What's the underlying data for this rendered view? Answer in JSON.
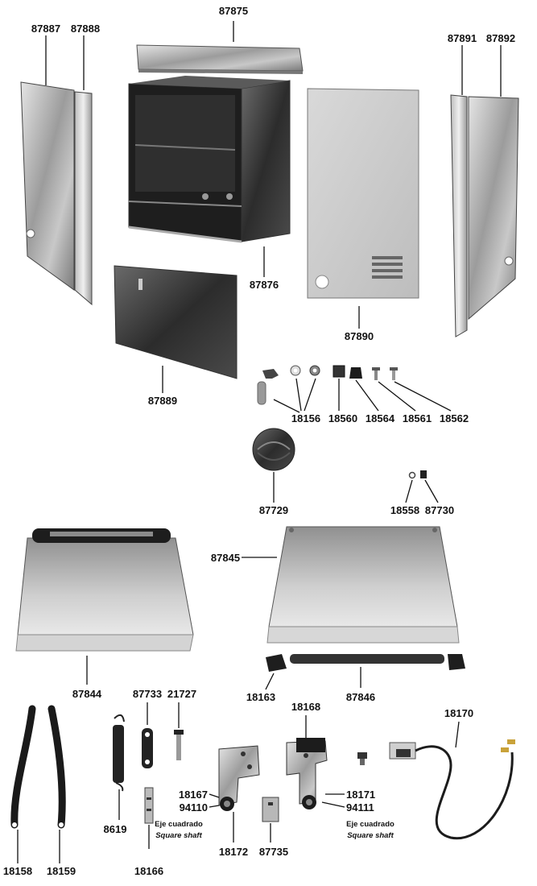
{
  "labels": {
    "p87875": "87875",
    "p87887": "87887",
    "p87888": "87888",
    "p87891": "87891",
    "p87892": "87892",
    "p87876": "87876",
    "p87890": "87890",
    "p87889": "87889",
    "p18156": "18156",
    "p18560": "18560",
    "p18564": "18564",
    "p18561": "18561",
    "p18562": "18562",
    "p87729": "87729",
    "p18558": "18558",
    "p87730": "87730",
    "p87845": "87845",
    "p87844": "87844",
    "p18163": "18163",
    "p87846": "87846",
    "p87733": "87733",
    "p21727": "21727",
    "p18168": "18168",
    "p18170": "18170",
    "p18167": "18167",
    "p94110": "94110",
    "p18171": "18171",
    "p94111": "94111",
    "p8619": "8619",
    "p18158": "18158",
    "p18159": "18159",
    "p18166": "18166",
    "p18172": "18172",
    "p87735": "87735"
  },
  "notes": {
    "eje_left": "Eje cuadrado",
    "shaft_left": "Square shaft",
    "eje_right": "Eje cuadrado",
    "shaft_right": "Square shaft"
  }
}
